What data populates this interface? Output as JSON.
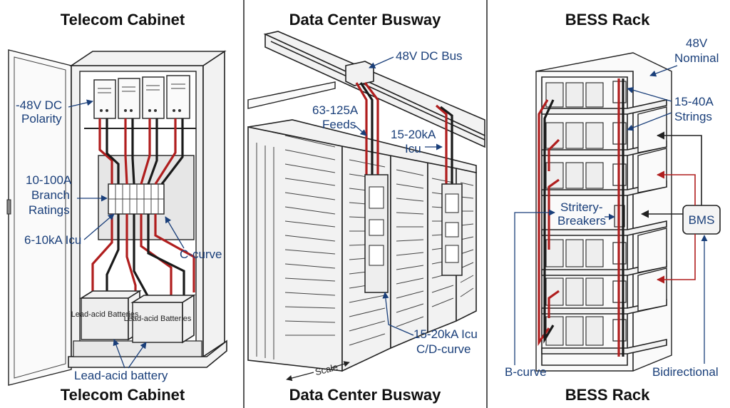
{
  "panels": [
    {
      "title_top": "Telecom Cabinet",
      "title_bottom": "Telecom Cabinet",
      "labels": {
        "polarity": "-48V DC Polarity",
        "branch": "10-100A Branch Ratings",
        "icu": "6-10kA Icu",
        "curve": "C-curve",
        "battery_caption": "Lead-acid battery",
        "battery_text": "Lead-acid Batteries"
      }
    },
    {
      "title_top": "Data Center Busway",
      "title_bottom": "Data Center Busway",
      "labels": {
        "bus": "48V DC Bus",
        "feeds": "63-125A Feeds",
        "icu": "15-20kA Icu",
        "icu_curve": "15-20kA Icu",
        "curve": "C/D-curve",
        "scale": "Scale"
      }
    },
    {
      "title_top": "BESS Rack",
      "title_bottom": "BESS Rack",
      "labels": {
        "nominal": "48V Nominal",
        "strings": "15-40A Strings",
        "breakers": "Stritery-Breakers",
        "bms": "BMS",
        "bcurve": "B-curve",
        "bidirectional": "Bidirectional"
      }
    }
  ],
  "colors": {
    "positive_wire": "#b01e1e",
    "negative_wire": "#1a1a1a",
    "label_text": "#1a3f7a"
  }
}
